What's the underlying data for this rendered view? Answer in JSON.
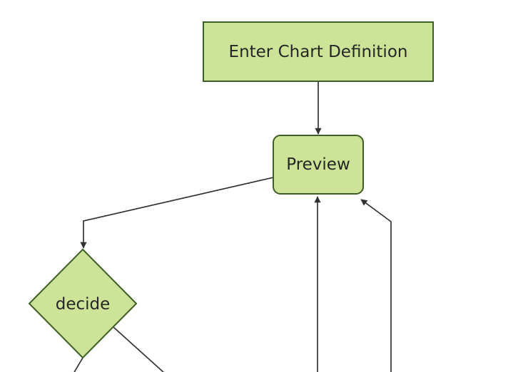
{
  "diagram": {
    "type": "flowchart",
    "direction": "top-down",
    "background_color": "#ffffff",
    "node_fill_color": "#cde498",
    "node_border_color": "#3d5e25",
    "edge_color": "#333333",
    "label_color": "#262626",
    "nodes": [
      {
        "id": "enter-chart-definition",
        "label": "Enter Chart Definition",
        "shape": "rectangle"
      },
      {
        "id": "preview",
        "label": "Preview",
        "shape": "rounded-rectangle"
      },
      {
        "id": "decide",
        "label": "decide",
        "shape": "diamond"
      }
    ],
    "edges": [
      {
        "from": "enter-chart-definition",
        "to": "preview",
        "arrowhead": true
      },
      {
        "from": "preview",
        "to": "decide",
        "arrowhead": true
      },
      {
        "from": "decide",
        "to": "offscreen-bottom-left",
        "arrowhead": false,
        "note": "line cut off by bottom edge of view"
      },
      {
        "from": "decide",
        "to": "offscreen-bottom-right",
        "arrowhead": false,
        "note": "line cut off by bottom edge of view"
      },
      {
        "from": "offscreen-bottom",
        "to": "preview",
        "arrowhead": true,
        "note": "vertical line entering from bottom edge of view"
      },
      {
        "from": "offscreen-bottom-far-right",
        "to": "preview",
        "arrowhead": true,
        "note": "vertical line from bottom edge bending into bottom-right corner of Preview"
      }
    ]
  }
}
